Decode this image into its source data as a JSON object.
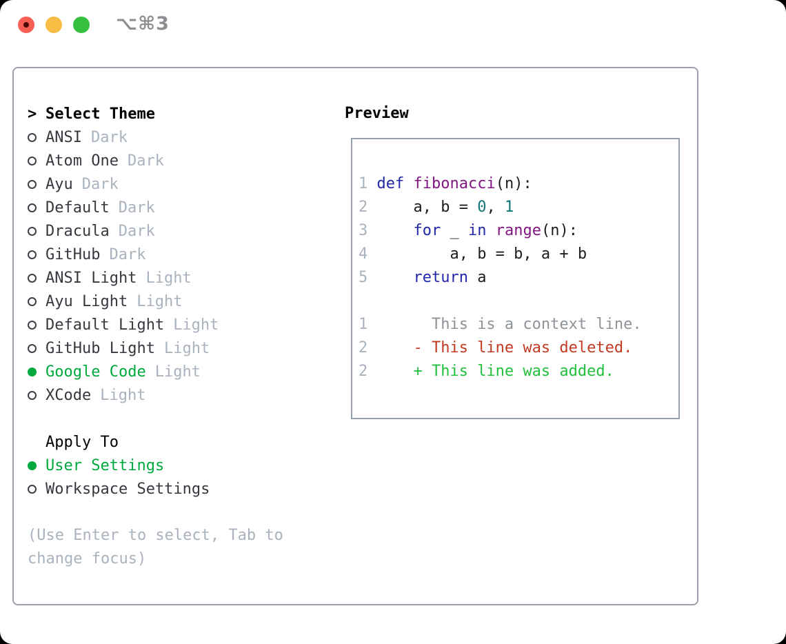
{
  "window": {
    "title": "⌥⌘3",
    "traffic_lights": [
      "close",
      "minimize",
      "zoom"
    ]
  },
  "colors": {
    "accent": "#00a83e",
    "text": "#35393f",
    "muted": "#a9b2bd",
    "border": "#99a1ac",
    "title_gray": "#8e8e92",
    "traffic_red": "#f86057",
    "traffic_yellow": "#f7bd45",
    "traffic_green": "#35c03f",
    "lineno": "#a9b2bd",
    "keyword": "#2127a8",
    "function": "#821682",
    "literal": "#0e7474",
    "plain": "#1c1c1c",
    "context": "#8e9399",
    "deleted": "#c43a21",
    "added": "#21c13d"
  },
  "sidebar": {
    "header": "Select Theme",
    "themes": [
      {
        "name": "ANSI",
        "variant": "Dark",
        "selected": false
      },
      {
        "name": "Atom One",
        "variant": "Dark",
        "selected": false
      },
      {
        "name": "Ayu",
        "variant": "Dark",
        "selected": false
      },
      {
        "name": "Default",
        "variant": "Dark",
        "selected": false
      },
      {
        "name": "Dracula",
        "variant": "Dark",
        "selected": false
      },
      {
        "name": "GitHub",
        "variant": "Dark",
        "selected": false
      },
      {
        "name": "ANSI Light",
        "variant": "Light",
        "selected": false
      },
      {
        "name": "Ayu Light",
        "variant": "Light",
        "selected": false
      },
      {
        "name": "Default Light",
        "variant": "Light",
        "selected": false
      },
      {
        "name": "GitHub Light",
        "variant": "Light",
        "selected": false
      },
      {
        "name": "Google Code",
        "variant": "Light",
        "selected": true
      },
      {
        "name": "XCode",
        "variant": "Light",
        "selected": false
      }
    ],
    "apply_header": "Apply To",
    "apply_options": [
      {
        "name": "User Settings",
        "selected": true
      },
      {
        "name": "Workspace Settings",
        "selected": false
      }
    ],
    "help_line1": "(Use Enter to select, Tab to",
    "help_line2": "change focus)"
  },
  "preview": {
    "title": "Preview",
    "lines": [
      {
        "num": "1",
        "tokens": [
          [
            "pln",
            " "
          ],
          [
            "kw",
            "def"
          ],
          [
            "pln",
            " "
          ],
          [
            "fn",
            "fibonacci"
          ],
          [
            "pln",
            "(n):"
          ]
        ]
      },
      {
        "num": "2",
        "tokens": [
          [
            "pln",
            "     a, b = "
          ],
          [
            "lit",
            "0"
          ],
          [
            "pln",
            ", "
          ],
          [
            "lit",
            "1"
          ]
        ]
      },
      {
        "num": "3",
        "tokens": [
          [
            "pln",
            "     "
          ],
          [
            "kw",
            "for"
          ],
          [
            "pln",
            " _ "
          ],
          [
            "kw",
            "in"
          ],
          [
            "pln",
            " "
          ],
          [
            "fn",
            "range"
          ],
          [
            "pln",
            "(n):"
          ]
        ]
      },
      {
        "num": "4",
        "tokens": [
          [
            "pln",
            "         a, b = b, a + b"
          ]
        ]
      },
      {
        "num": "5",
        "tokens": [
          [
            "pln",
            "     "
          ],
          [
            "kw",
            "return"
          ],
          [
            "pln",
            " a"
          ]
        ]
      },
      {
        "num": "",
        "tokens": []
      },
      {
        "num": "1",
        "tokens": [
          [
            "ctx",
            "       This is a context line."
          ]
        ]
      },
      {
        "num": "2",
        "tokens": [
          [
            "del",
            "     - This line was deleted."
          ]
        ]
      },
      {
        "num": "2",
        "tokens": [
          [
            "add",
            "     + This line was added."
          ]
        ]
      }
    ]
  }
}
